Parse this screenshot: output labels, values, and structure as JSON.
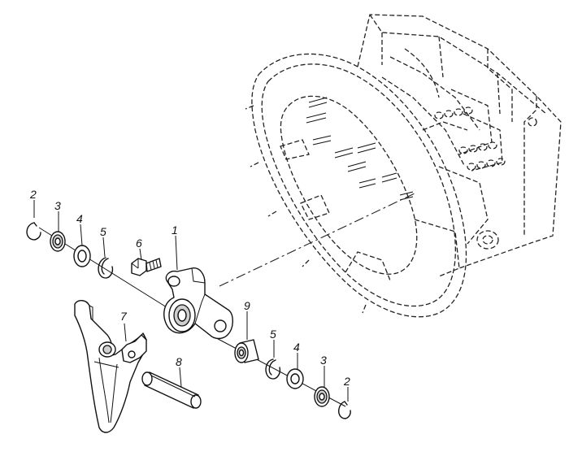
{
  "diagram": {
    "callouts": [
      {
        "id": "c2a",
        "text": "2"
      },
      {
        "id": "c3a",
        "text": "3"
      },
      {
        "id": "c4a",
        "text": "4"
      },
      {
        "id": "c5a",
        "text": "5"
      },
      {
        "id": "c6",
        "text": "6"
      },
      {
        "id": "c1",
        "text": "1"
      },
      {
        "id": "c7",
        "text": "7"
      },
      {
        "id": "c8",
        "text": "8"
      },
      {
        "id": "c9",
        "text": "9"
      },
      {
        "id": "c5b",
        "text": "5"
      },
      {
        "id": "c4b",
        "text": "4"
      },
      {
        "id": "c3b",
        "text": "3"
      },
      {
        "id": "c2b",
        "text": "2"
      }
    ]
  }
}
